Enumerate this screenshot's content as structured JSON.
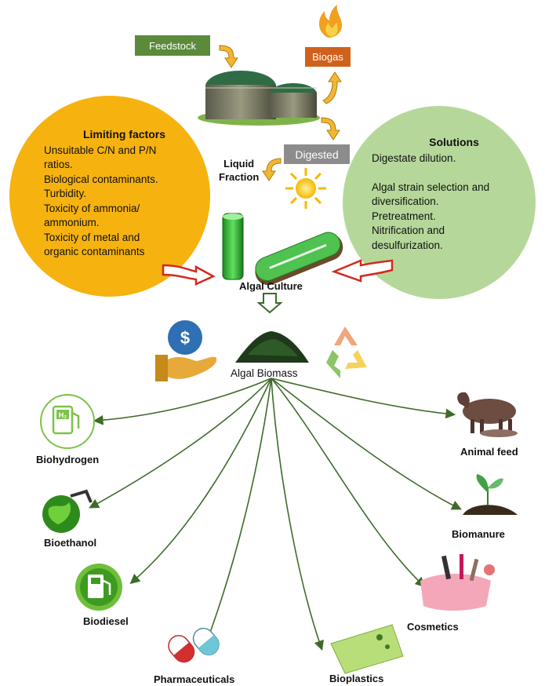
{
  "process": {
    "feedstock": "Feedstock",
    "biogas": "Biogas",
    "digested": "Digested",
    "liquid_fraction_line1": "Liquid",
    "liquid_fraction_line2": "Fraction",
    "algal_culture": "Algal Culture",
    "algal_biomass": "Algal Biomass"
  },
  "limiting_factors": {
    "title": "Limiting factors",
    "lines": [
      "Unsuitable C/N and P/N",
      "ratios.",
      "Biological contaminants.",
      "Turbidity.",
      "Toxicity of ammonia/",
      "ammonium.",
      "Toxicity of metal and",
      "organic contaminants"
    ]
  },
  "solutions": {
    "title": "Solutions",
    "lines": [
      "Digestate dilution.",
      "",
      "Algal strain selection and",
      "diversification.",
      "Pretreatment.",
      "Nitrification and",
      "desulfurization."
    ]
  },
  "products": {
    "biohydrogen": "Biohydrogen",
    "bioethanol": "Bioethanol",
    "biodiesel": "Biodiesel",
    "pharmaceuticals": "Pharmaceuticals",
    "bioplastics": "Bioplastics",
    "cosmetics": "Cosmetics",
    "biomanure": "Biomanure",
    "animal_feed": "Animal feed",
    "h2_symbol": "H₂"
  },
  "colors": {
    "feedstock_box": "#5a8a3a",
    "biogas_box": "#d0611c",
    "digested_box": "#8c8c8c",
    "limiting_circle": "#f6b20f",
    "solutions_circle": "#b5d89a",
    "arrow_yellow": "#f2b633",
    "arrow_red": "#d12a1f",
    "branch_green": "#3e6b2a"
  },
  "icons": [
    "fire-icon",
    "digester-tanks-icon",
    "sun-icon",
    "test-tube-icon",
    "raceway-pond-icon",
    "money-hand-icon",
    "biomass-pile-icon",
    "recycle-icon",
    "h2-pump-icon",
    "ethanol-globe-icon",
    "fuel-pump-icon",
    "capsule-icon",
    "bioplastic-bag-icon",
    "makeup-icon",
    "sprout-icon",
    "cow-icon"
  ]
}
